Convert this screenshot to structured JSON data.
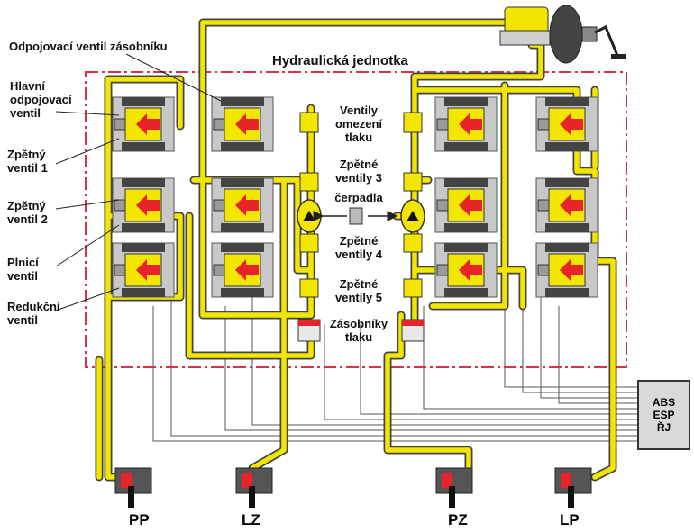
{
  "diagram": {
    "unit_title": "Hydraulická jednotka",
    "labels": {
      "reservoir_isolation_valve": "Odpojovací ventil zásobníku",
      "main_isolation_valve": [
        "Hlavní",
        "odpojovací",
        "ventil"
      ],
      "check_valve_1": [
        "Zpětný",
        "ventil 1"
      ],
      "check_valve_2": [
        "Zpětný",
        "ventil 2"
      ],
      "inlet_valve": [
        "Plnicí",
        "ventil"
      ],
      "outlet_valve": [
        "Redukční",
        "ventil"
      ],
      "pressure_relief_valves": [
        "Ventily",
        "omezení",
        "tlaku"
      ],
      "check_valves_3": [
        "Zpětné",
        "ventily 3"
      ],
      "pumps": "čerpadla",
      "check_valves_4": [
        "Zpětné",
        "ventily 4"
      ],
      "check_valves_5": [
        "Zpětné",
        "ventily 5"
      ],
      "pressure_accumulators": [
        "Zásobníky",
        "tlaku"
      ]
    },
    "control_unit": [
      "ABS",
      "ESP",
      "ŘJ"
    ],
    "wheels": [
      "PP",
      "LZ",
      "PZ",
      "LP"
    ],
    "colors": {
      "line": "#f2e600",
      "line_outline": "#444444",
      "valve_body": "#c8c8c8",
      "coil": "#444444",
      "arrow": "#e8232a",
      "frame": "#d6324a",
      "signal": "#555555"
    }
  }
}
